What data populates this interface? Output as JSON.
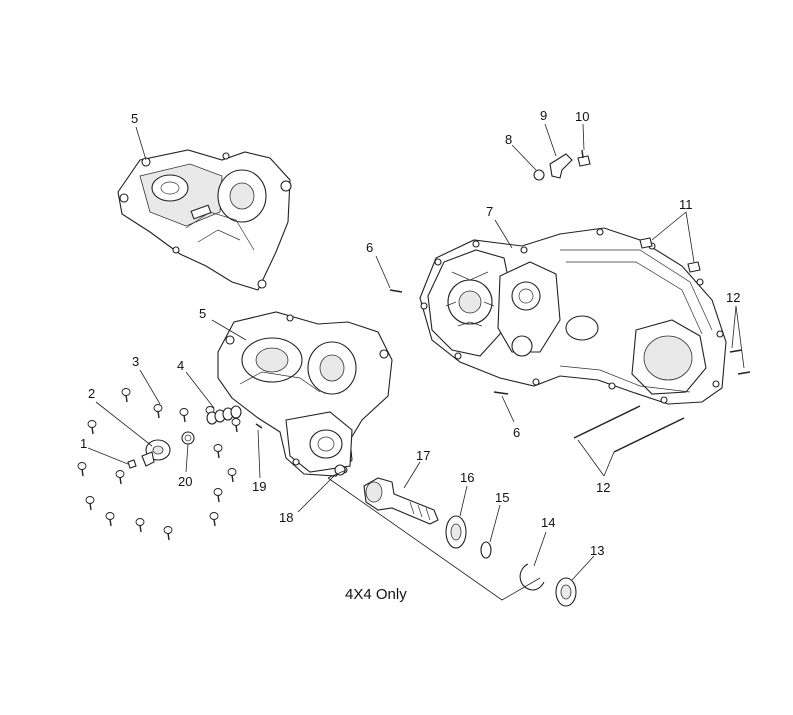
{
  "callouts": {
    "c1": "1",
    "c2": "2",
    "c3": "3",
    "c4": "4",
    "c5a": "5",
    "c5b": "5",
    "c6a": "6",
    "c6b": "6",
    "c7": "7",
    "c8": "8",
    "c9": "9",
    "c10": "10",
    "c11": "11",
    "c12a": "12",
    "c12b": "12",
    "c13": "13",
    "c14": "14",
    "c15": "15",
    "c16": "16",
    "c17": "17",
    "c18": "18",
    "c19": "19",
    "c20": "20"
  },
  "note": "4X4 Only",
  "colors": {
    "line": "#222222",
    "fill": "#ffffff",
    "shade": "#e9e9e9"
  }
}
